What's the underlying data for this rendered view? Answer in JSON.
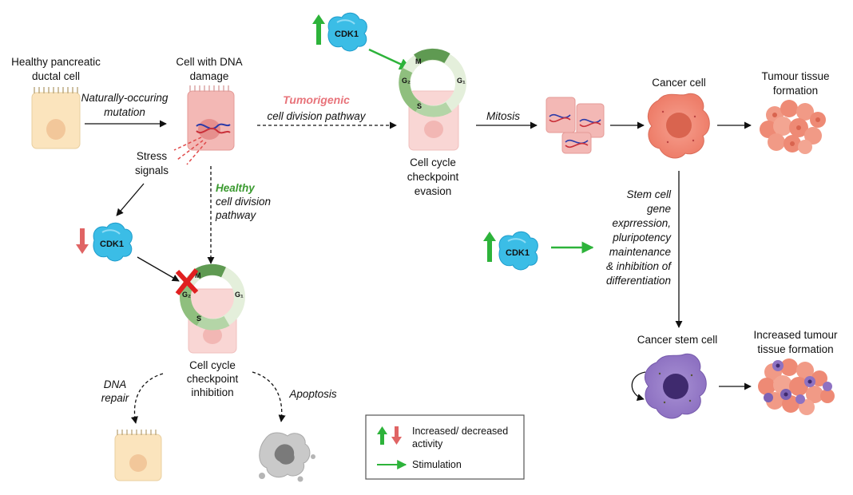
{
  "labels": {
    "healthy_cell_1": "Healthy pancreatic",
    "healthy_cell_2": "ductal cell",
    "dna_damage_1": "Cell with DNA",
    "dna_damage_2": "damage",
    "mutation_1": "Naturally-occuring",
    "mutation_2": "mutation",
    "stress_1": "Stress",
    "stress_2": "signals",
    "tumorigenic_1": "Tumorigenic",
    "tumorigenic_2": "cell division pathway",
    "healthy_path_1": "Healthy",
    "healthy_path_2": "cell division",
    "healthy_path_3": "pathway",
    "evasion_1": "Cell cycle",
    "evasion_2": "checkpoint",
    "evasion_3": "evasion",
    "inhibition_1": "Cell cycle",
    "inhibition_2": "checkpoint",
    "inhibition_3": "inhibition",
    "mitosis": "Mitosis",
    "cancer_cell": "Cancer cell",
    "tumour_1": "Tumour tissue",
    "tumour_2": "formation",
    "stem_1": "Stem cell",
    "stem_2": "gene",
    "stem_3": "exprression,",
    "stem_4": "pluripotency",
    "stem_5": "maintenance",
    "stem_6": "& inhibition of",
    "stem_7": "differentiation",
    "cancer_stem": "Cancer stem cell",
    "inc_tumour_1": "Increased tumour",
    "inc_tumour_2": "tissue formation",
    "dna_repair_1": "DNA",
    "dna_repair_2": "repair",
    "apoptosis": "Apoptosis",
    "cdk1": "CDK1",
    "phase_m": "M",
    "phase_g2": "G₂",
    "phase_g1": "G₁",
    "phase_s": "S"
  },
  "legend": {
    "activity_1": "Increased/ decreased",
    "activity_2": "activity",
    "stimulation": "Stimulation"
  },
  "colors": {
    "increase_arrow": "#2db33a",
    "decrease_arrow": "#e06464",
    "stimulation_arrow": "#2db33a",
    "tumorigenic_text": "#e8737a",
    "healthy_text": "#3a9a2f",
    "cdk1_protein": "#3bbde6",
    "inhibition_cross": "#e02020"
  }
}
